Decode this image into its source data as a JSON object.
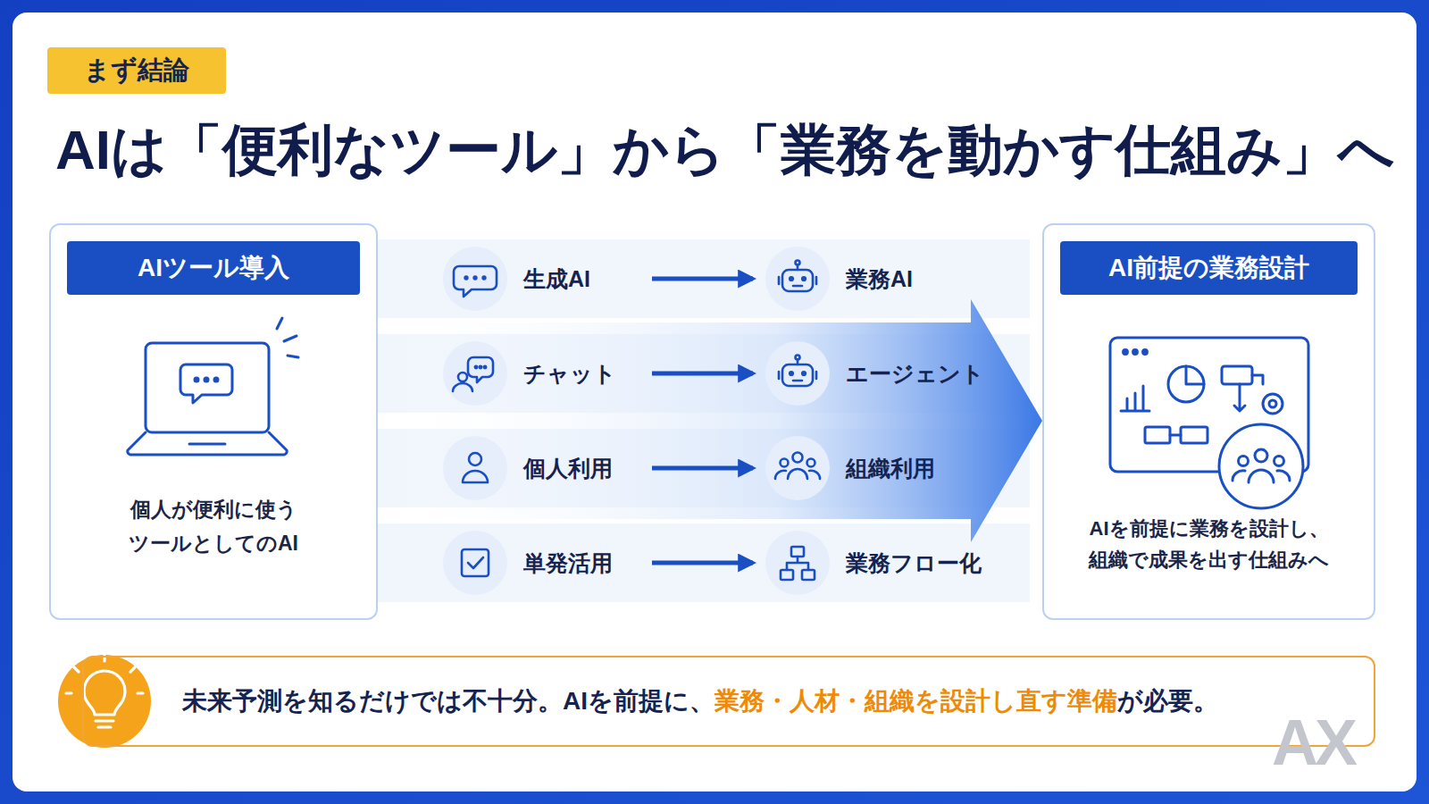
{
  "diagram": {
    "title": "AIは「便利なツール」から「業務を動かす仕組み」へ",
    "nodes": [
      {
        "text": [
          "まず結論"
        ]
      },
      {
        "text": [
          "AIツール導入",
          "個人が便利に使う ツールとしてのAI"
        ]
      },
      {
        "text": [
          "生成AI"
        ]
      },
      {
        "text": [
          "業務AI"
        ]
      },
      {
        "text": [
          "チャット"
        ]
      },
      {
        "text": [
          "エージェント"
        ]
      },
      {
        "text": [
          "個人利用"
        ]
      },
      {
        "text": [
          "組織利用"
        ]
      },
      {
        "text": [
          "単発活用"
        ]
      },
      {
        "text": [
          "業務フロー化"
        ]
      },
      {
        "text": [
          "AI前提の業務設計",
          "AIを前提に業務を設計し、 組織で成果を出す仕組みへ"
        ]
      },
      {
        "text": [
          "未来予測を知るだけでは不十分。AIを前提に、",
          "業務・人材・組織を設計し直す準備",
          "が必要。"
        ]
      }
    ],
    "edges": [
      {
        "from": 1,
        "to": 10,
        "arrow": "to"
      },
      {
        "from": 2,
        "to": 3,
        "arrow": "to"
      },
      {
        "from": 4,
        "to": 5,
        "arrow": "to"
      },
      {
        "from": 6,
        "to": 7,
        "arrow": "to"
      },
      {
        "from": 8,
        "to": 9,
        "arrow": "to"
      }
    ],
    "labels": [
      "AX"
    ]
  }
}
